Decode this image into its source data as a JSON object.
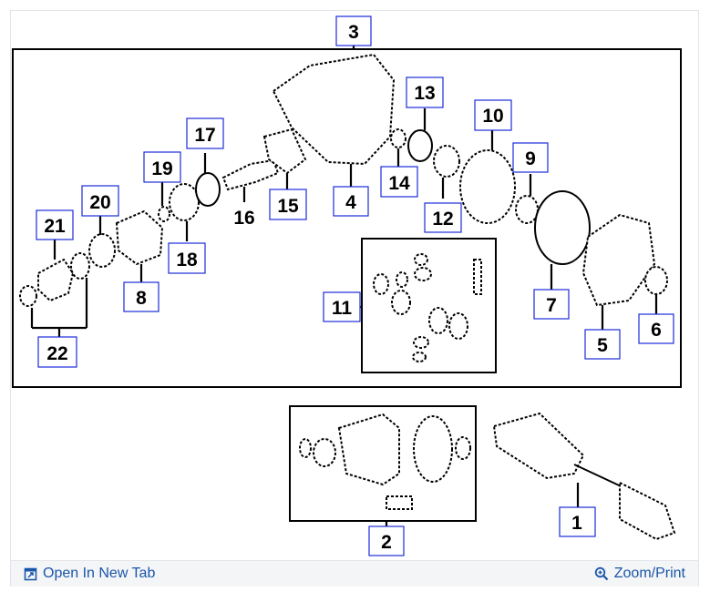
{
  "diagram": {
    "callouts": [
      "1",
      "2",
      "3",
      "4",
      "5",
      "6",
      "7",
      "8",
      "9",
      "10",
      "11",
      "12",
      "13",
      "14",
      "15",
      "16",
      "17",
      "18",
      "19",
      "20",
      "21",
      "22"
    ]
  },
  "toolbar": {
    "open_label": "Open In New Tab",
    "zoom_label": "Zoom/Print",
    "open_icon": "open-in-new-tab-icon",
    "zoom_icon": "zoom-icon",
    "link_color": "#1a56a8"
  }
}
